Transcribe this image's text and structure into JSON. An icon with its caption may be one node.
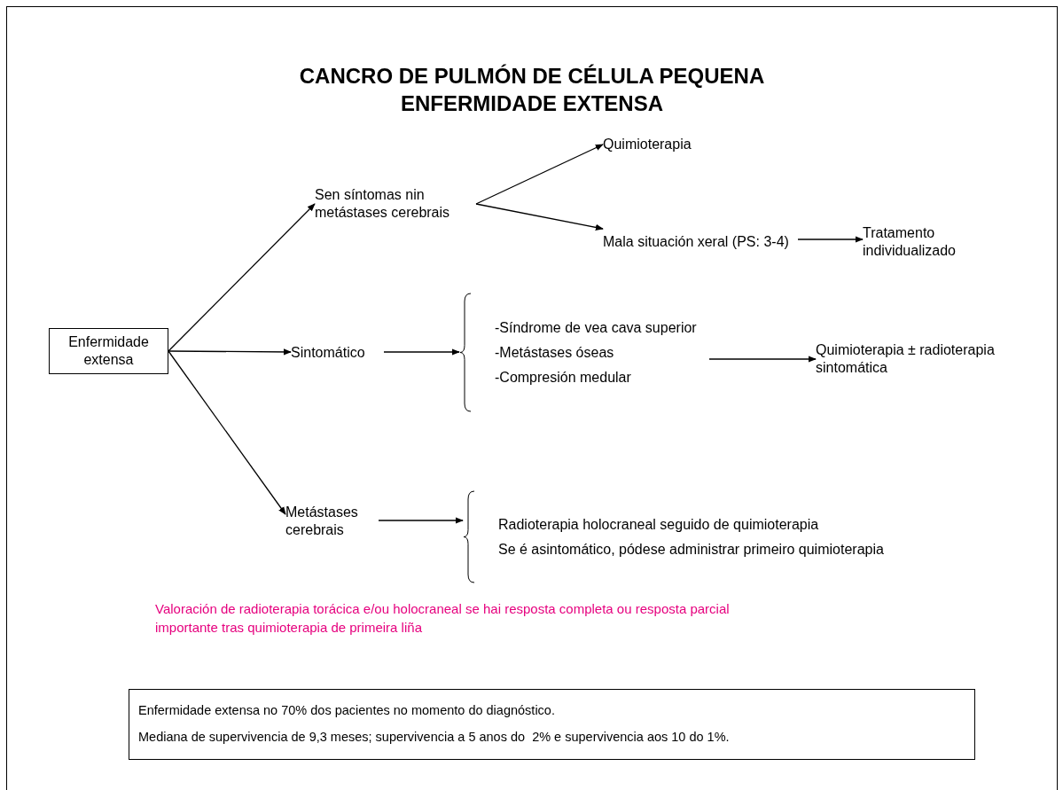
{
  "diagram": {
    "title": "CANCRO DE PULMÓN DE CÉLULA PEQUENA ENFERMIDADE EXTENSA",
    "nodes": [
      {
        "text": [
          "Enfermidade extensa"
        ]
      },
      {
        "text": [
          "Sen síntomas nin metástases cerebrais"
        ]
      },
      {
        "text": [
          "Quimioterapia"
        ]
      },
      {
        "text": [
          "Mala situación xeral (PS: 3-4)"
        ]
      },
      {
        "text": [
          "Tratamento individualizado"
        ]
      },
      {
        "text": [
          "Sintomático"
        ]
      },
      {
        "text": [
          "-Síndrome de vea cava superior",
          "-Metástases óseas",
          "-Compresión medular"
        ]
      },
      {
        "text": [
          "Quimioterapia ± radioterapia sintomática"
        ]
      },
      {
        "text": [
          "Metástases cerebrais"
        ]
      },
      {
        "text": [
          "Radioterapia holocraneal seguido de quimioterapia",
          "Se é asintomático, pódese administrar primeiro quimioterapia"
        ]
      },
      {
        "text": [
          "Enfermidade extensa no 70% dos pacientes no momento do diagnóstico.",
          "Mediana de supervivencia de 9,3 meses; supervivencia a 5 anos do  2% e supervivencia aos 10 do 1%."
        ]
      }
    ],
    "edges": [
      {
        "from": 0,
        "to": 1,
        "arrow": "to"
      },
      {
        "from": 0,
        "to": 5,
        "arrow": "to"
      },
      {
        "from": 0,
        "to": 8,
        "arrow": "to"
      },
      {
        "from": 1,
        "to": 2,
        "arrow": "to"
      },
      {
        "from": 1,
        "to": 3,
        "arrow": "to"
      },
      {
        "from": 3,
        "to": 4,
        "arrow": "to"
      },
      {
        "from": 5,
        "to": 6,
        "arrow": "to"
      },
      {
        "from": 6,
        "to": 7,
        "arrow": "to"
      },
      {
        "from": 8,
        "to": 9,
        "arrow": "to"
      }
    ],
    "labels": [
      "Valoración de radioterapia torácica e/ou holocraneal se hai resposta completa ou resposta parcial importante tras quimioterapia de primeira liña"
    ]
  }
}
